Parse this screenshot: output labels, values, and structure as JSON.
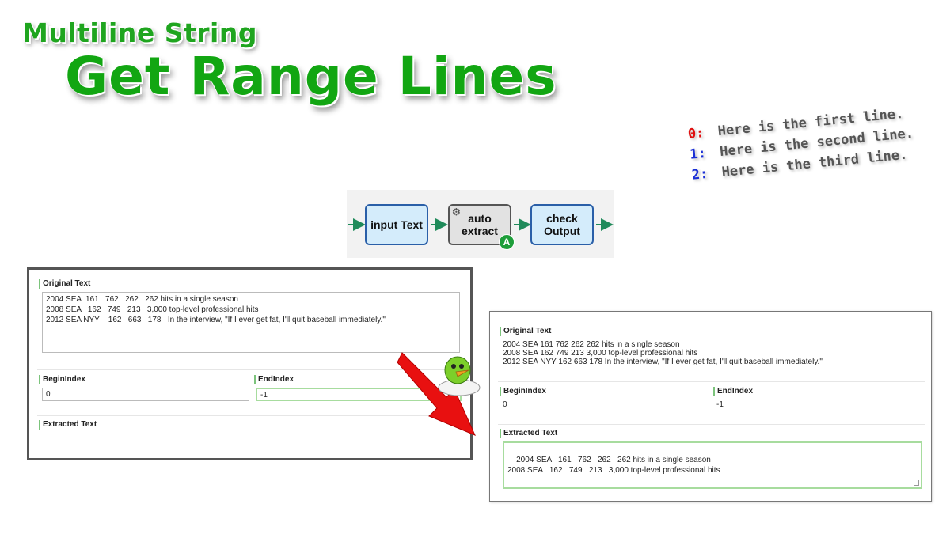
{
  "title": {
    "subtitle": "Multiline String",
    "main": "Get Range Lines"
  },
  "example_lines": [
    {
      "index": "0:",
      "text": "Here is the first line.",
      "color": "#e01010"
    },
    {
      "index": "1:",
      "text": "Here is the second line.",
      "color": "#1a2fd6"
    },
    {
      "index": "2:",
      "text": "Here is the third line.",
      "color": "#1a2fd6"
    }
  ],
  "flow": {
    "steps": [
      {
        "label": "input Text",
        "icon": null
      },
      {
        "label": "auto\nextract",
        "icon": "gear-icon",
        "badge": "A"
      },
      {
        "label": "check\nOutput",
        "icon": null
      }
    ],
    "colors": {
      "arrow": "#1f8a5a",
      "node_fill": "#d4ecfb",
      "node_border": "#2a5fa8"
    }
  },
  "input_form": {
    "original_label": "Original Text",
    "original_text": "2004 SEA  161   762   262   262 hits in a single season\n2008 SEA   162   749   213   3,000 top-level professional hits\n2012 SEA NYY    162   663   178   In the interview, \"If I ever get fat, I'll quit baseball immediately.\"",
    "begin_label": "BeginIndex",
    "begin_value": "0",
    "end_label": "EndIndex",
    "end_value": "-1",
    "extracted_label": "Extracted Text"
  },
  "output_form": {
    "original_label": "Original Text",
    "original_lines": [
      "2004 SEA 161 762 262 262 hits in a single season",
      "2008 SEA 162 749 213 3,000 top-level professional hits",
      "2012 SEA NYY 162 663 178 In the interview, \"If I ever get fat, I'll quit baseball immediately.\""
    ],
    "begin_label": "BeginIndex",
    "begin_value": "0",
    "end_label": "EndIndex",
    "end_value": "-1",
    "extracted_label": "Extracted Text",
    "extracted_text": "2004 SEA   161   762   262   262 hits in a single season\n2008 SEA   162   749   213   3,000 top-level professional hits"
  }
}
